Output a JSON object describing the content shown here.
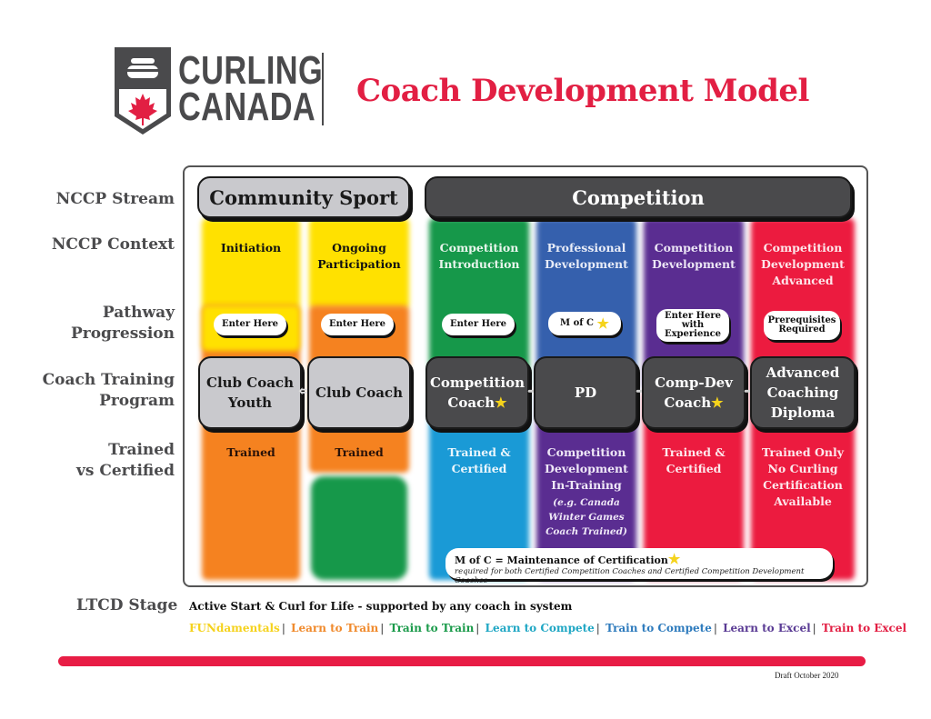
{
  "header": {
    "logo_line1": "CURLING",
    "logo_line2": "CANADA",
    "title": "Coach Development Model"
  },
  "row_labels": {
    "stream": "NCCP Stream",
    "context": "NCCP Context",
    "pathway_1": "Pathway",
    "pathway_2": "Progression",
    "program_1": "Coach Training",
    "program_2": "Program",
    "trained_1": "Trained",
    "trained_2": "vs Certified",
    "ltcd": "LTCD Stage"
  },
  "streams": {
    "community": "Community Sport",
    "competition": "Competition"
  },
  "columns": [
    {
      "context": [
        "Initiation"
      ],
      "pathway": [
        "Enter Here"
      ],
      "program": [
        "Club Coach",
        "Youth"
      ],
      "status": [
        "Trained"
      ]
    },
    {
      "context": [
        "Ongoing",
        "Participation"
      ],
      "pathway": [
        "Enter Here"
      ],
      "program": [
        "Club Coach"
      ],
      "status": [
        "Trained"
      ]
    },
    {
      "context": [
        "Competition",
        "Introduction"
      ],
      "pathway": [
        "Enter Here"
      ],
      "program": [
        "Competition",
        "Coach"
      ],
      "status": [
        "Trained &",
        "Certified"
      ]
    },
    {
      "context": [
        "Professional",
        "Development"
      ],
      "pathway": [
        "M of C"
      ],
      "program": [
        "PD"
      ],
      "status": [
        "Competition",
        "Development",
        "In-Training"
      ],
      "note": [
        "(e.g. Canada",
        "Winter Games",
        "Coach Trained)"
      ]
    },
    {
      "context": [
        "Competition",
        "Development"
      ],
      "pathway": [
        "Enter Here",
        "with",
        "Experience"
      ],
      "program": [
        "Comp-Dev",
        "Coach"
      ],
      "status": [
        "Trained &",
        "Certified"
      ]
    },
    {
      "context": [
        "Competition",
        "Development",
        "Advanced"
      ],
      "pathway": [
        "Prerequisites",
        "Required"
      ],
      "program": [
        "Advanced",
        "Coaching",
        "Diploma"
      ],
      "status": [
        "Trained Only",
        "No Curling",
        "Certification",
        "Available"
      ]
    }
  ],
  "legend": {
    "line1": "M of C = Maintenance of Certification",
    "line2": "required for both Certified Competition Coaches and Certified Competition Development Coaches"
  },
  "ltcd": {
    "line1": "Active Start & Curl for Life - supported by any coach in system",
    "stages": [
      {
        "label": "FUNdamentals",
        "color": "#f5d21c"
      },
      {
        "label": "Learn to Train",
        "color": "#f08a2c"
      },
      {
        "label": "Train to Train",
        "color": "#1a9a4a"
      },
      {
        "label": "Learn to Compete",
        "color": "#20a7c4"
      },
      {
        "label": "Train to Compete",
        "color": "#2e7bbd"
      },
      {
        "label": "Learn to Excel",
        "color": "#5a3b94"
      },
      {
        "label": "Train to Excel",
        "color": "#e21f43"
      }
    ]
  },
  "footer": {
    "draft": "Draft October 2020"
  },
  "colors": {
    "yellow": "#ffe100",
    "orange": "#f58220",
    "green": "#16984a",
    "blue": "#3560ad",
    "lightblue": "#1a9ad6",
    "purple": "#5a2d91",
    "red": "#ec1b3f"
  }
}
